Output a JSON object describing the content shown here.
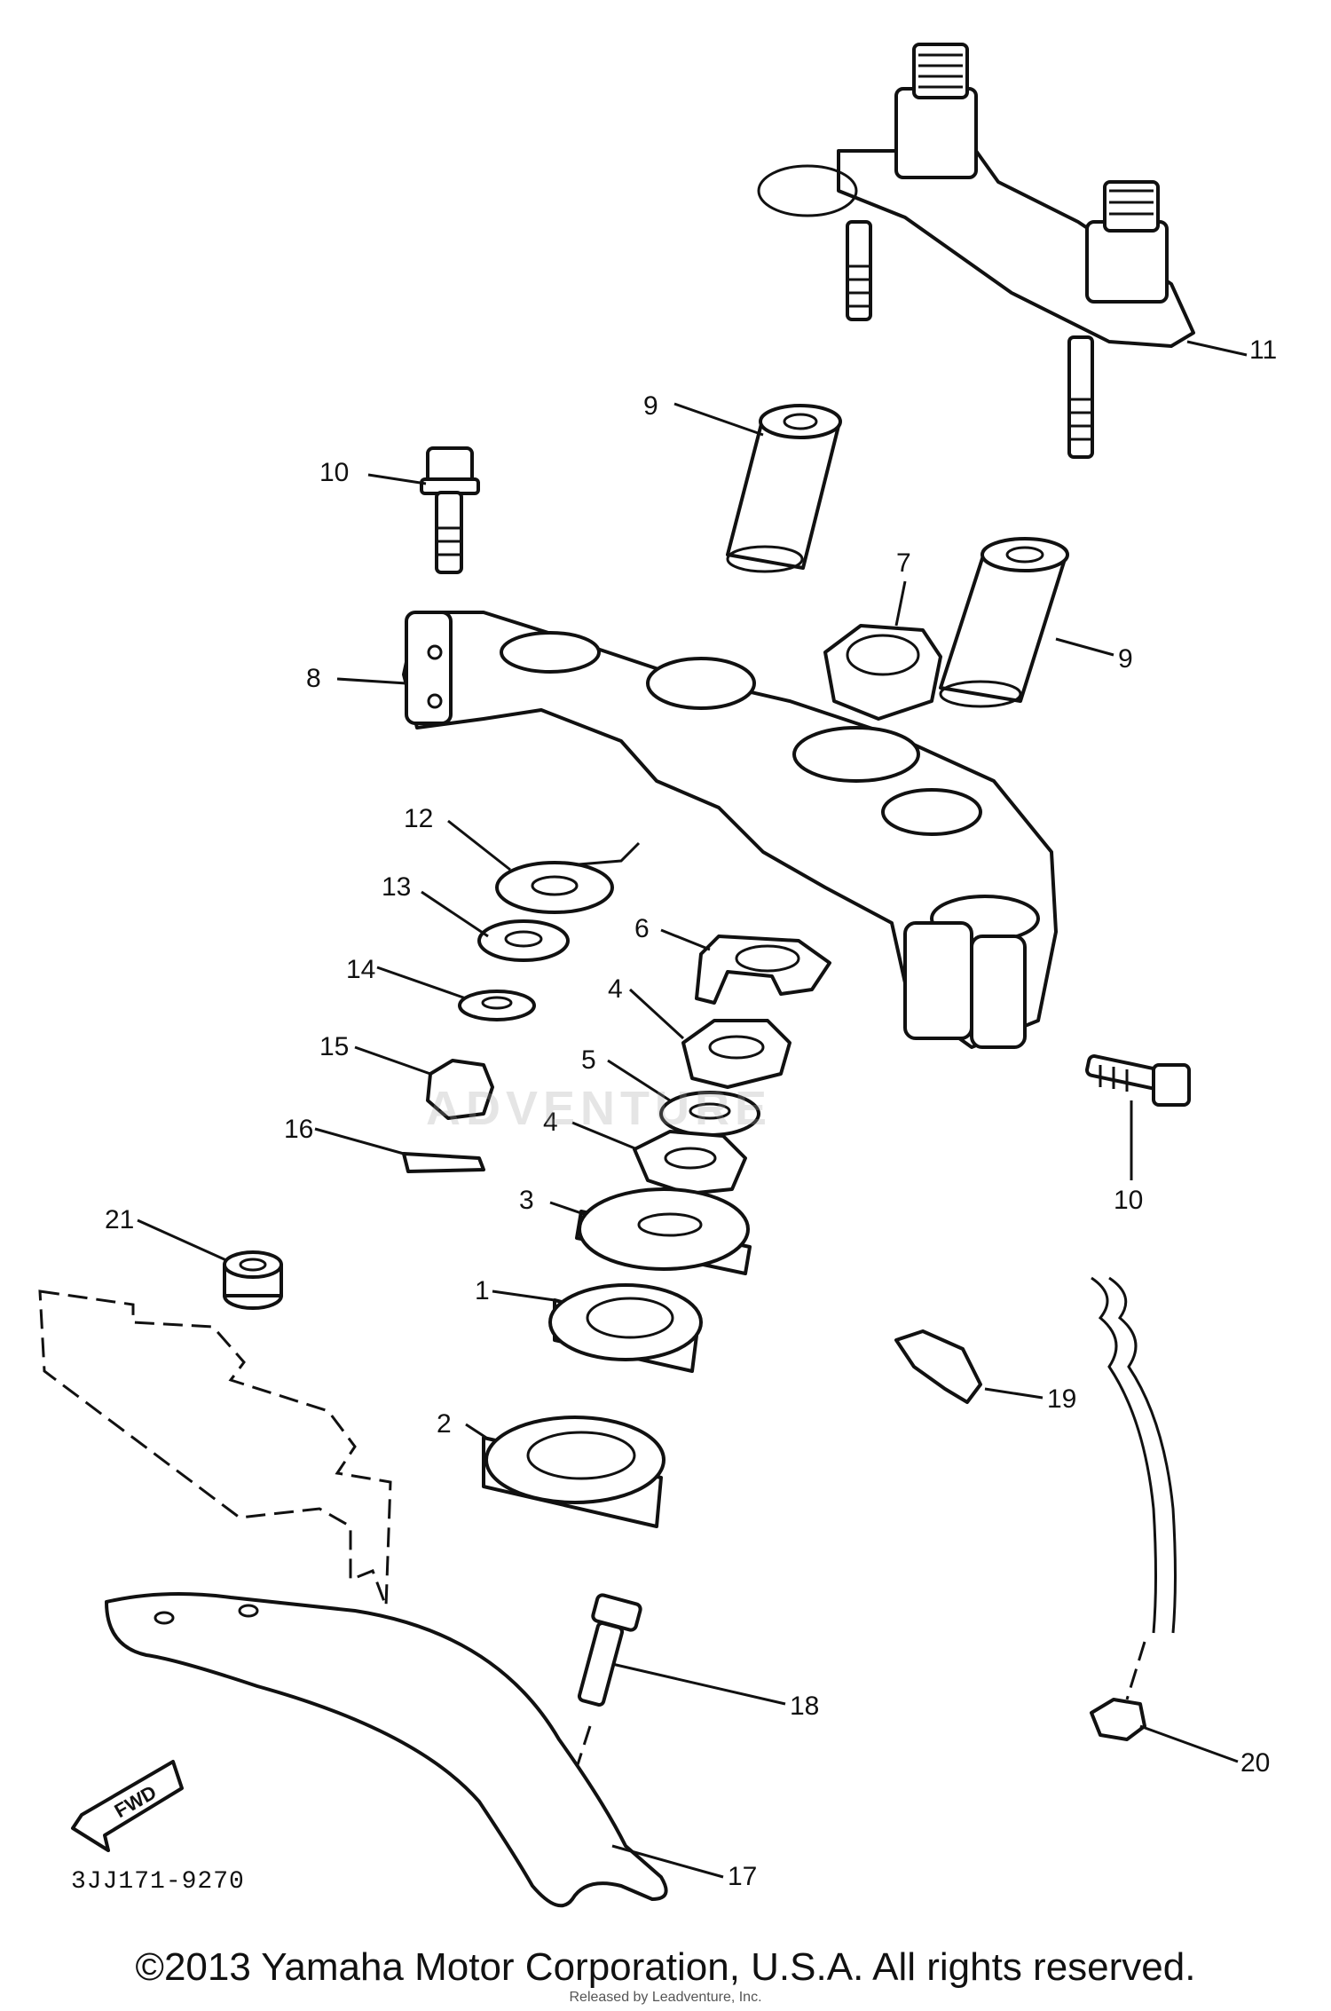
{
  "diagram": {
    "code": "3JJ171-9270",
    "direction_label": "FWD",
    "watermark": "ADVENTURE",
    "copyright": "©2013 Yamaha Motor Corporation, U.S.A. All rights reserved.",
    "released": "Released by Leadventure, Inc."
  },
  "callouts": [
    {
      "id": "11",
      "label": "11"
    },
    {
      "id": "9a",
      "label": "9"
    },
    {
      "id": "10a",
      "label": "10"
    },
    {
      "id": "7",
      "label": "7"
    },
    {
      "id": "9b",
      "label": "9"
    },
    {
      "id": "8",
      "label": "8"
    },
    {
      "id": "12",
      "label": "12"
    },
    {
      "id": "13",
      "label": "13"
    },
    {
      "id": "6",
      "label": "6"
    },
    {
      "id": "14",
      "label": "14"
    },
    {
      "id": "4a",
      "label": "4"
    },
    {
      "id": "15",
      "label": "15"
    },
    {
      "id": "5",
      "label": "5"
    },
    {
      "id": "10b",
      "label": "10"
    },
    {
      "id": "16",
      "label": "16"
    },
    {
      "id": "4b",
      "label": "4"
    },
    {
      "id": "3",
      "label": "3"
    },
    {
      "id": "21",
      "label": "21"
    },
    {
      "id": "1",
      "label": "1"
    },
    {
      "id": "19",
      "label": "19"
    },
    {
      "id": "2",
      "label": "2"
    },
    {
      "id": "18",
      "label": "18"
    },
    {
      "id": "20",
      "label": "20"
    },
    {
      "id": "17",
      "label": "17"
    }
  ]
}
